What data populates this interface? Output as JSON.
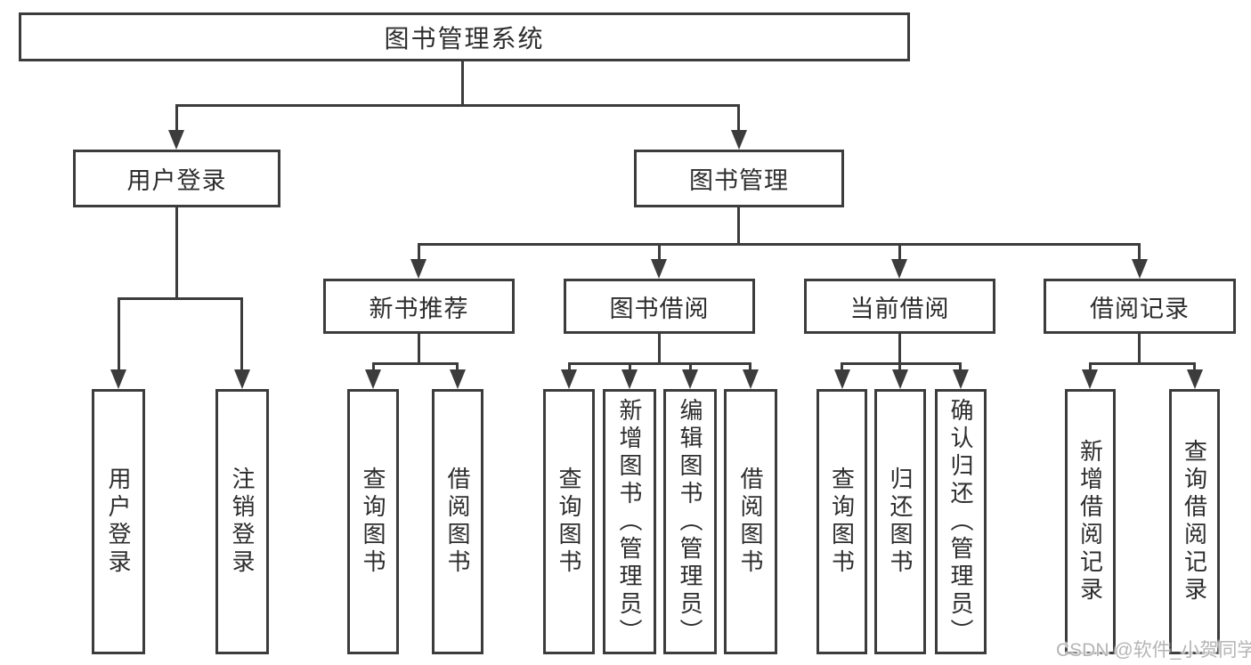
{
  "diagram": {
    "title": "图书管理系统",
    "root": {
      "label": "图书管理系统"
    },
    "level2": [
      {
        "id": "user-login",
        "label": "用户登录"
      },
      {
        "id": "book-management",
        "label": "图书管理"
      }
    ],
    "level3": [
      {
        "id": "new-book-recommend",
        "label": "新书推荐"
      },
      {
        "id": "book-borrowing",
        "label": "图书借阅"
      },
      {
        "id": "current-borrowing",
        "label": "当前借阅"
      },
      {
        "id": "borrowing-records",
        "label": "借阅记录"
      }
    ],
    "leaves": {
      "user_login": [
        {
          "label": "用户登录"
        },
        {
          "label": "注销登录"
        }
      ],
      "new_book_recommend": [
        {
          "label": "查询图书"
        },
        {
          "label": "借阅图书"
        }
      ],
      "book_borrowing": [
        {
          "label": "查询图书"
        },
        {
          "label": "新增图书（管理员）"
        },
        {
          "label": "编辑图书（管理员）"
        },
        {
          "label": "借阅图书"
        }
      ],
      "current_borrowing": [
        {
          "label": "查询图书"
        },
        {
          "label": "归还图书"
        },
        {
          "label": "确认归还（管理员）"
        }
      ],
      "borrowing_records": [
        {
          "label": "新增借阅记录"
        },
        {
          "label": "查询借阅记录"
        }
      ]
    }
  },
  "watermark": {
    "text": "CSDN @软件_小贺同学"
  },
  "colors": {
    "line": "#3c3c3c",
    "text": "#2d2d2d",
    "watermark": "#b5b5b5",
    "background": "#ffffff"
  }
}
